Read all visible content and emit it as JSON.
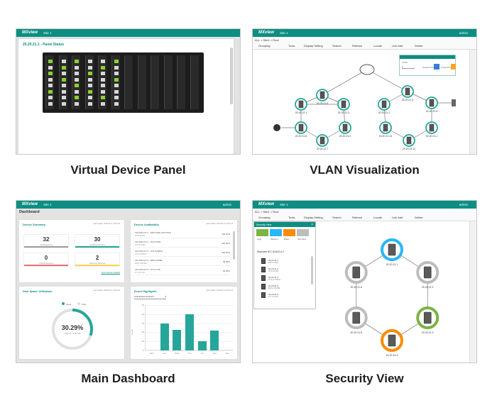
{
  "app": {
    "logo": "MXview",
    "site": "Site 1",
    "user": "admin"
  },
  "captions": {
    "virtual_panel": "Virtual Device Panel",
    "vlan": "VLAN Visualization",
    "dashboard": "Main Dashboard",
    "security": "Security View"
  },
  "virtual_panel": {
    "title": "20.20.21.1 - Panel Status"
  },
  "vlan": {
    "breadcrumb": "ALL  >  Site1  >  Root",
    "tools": [
      "Grouping",
      "Tools",
      "Display Setting",
      "Search",
      "Refresh",
      "Locate",
      "Link Add",
      "Delete"
    ],
    "popup_label": "VLAN",
    "popup_value": "1",
    "popup_options": [
      "Access Port",
      "Trunk Port"
    ],
    "popup_colors": [
      "#3a7bd5",
      "#f5a623"
    ],
    "nodes": [
      "20.20.21.1",
      "20.20.21.6",
      "20.20.21.3",
      "20.20.21.2",
      "20.20.21.4",
      "20.20.21.5",
      "20.20.21.8",
      "20.20.21.7",
      "20.20.21.9",
      "20.20.21.10",
      "20.20.21.11"
    ]
  },
  "dashboard": {
    "title": "Dashboard",
    "device_summary": {
      "title": "Device Summary",
      "updated": "Last Update: 2019-06-27 13:02:11",
      "stats": [
        {
          "value": "32",
          "label": "Total Devices",
          "color": "#9e9e9e"
        },
        {
          "value": "30",
          "label": "Healthy Devices",
          "color": "#26a69a"
        },
        {
          "value": "0",
          "label": "Critical Devices",
          "color": "#e57373"
        },
        {
          "value": "2",
          "label": "Warning Devices",
          "color": "#ffd54f"
        }
      ],
      "link": "View Device Details"
    },
    "availability": {
      "title": "Device Availability",
      "updated": "Last Update: 2019-06-27 13:02:11",
      "rows": [
        {
          "name": "192.168.127.1 - EDS-510E-3GTXSFP",
          "model": "EDS-510E",
          "value": "100.00%"
        },
        {
          "name": "192.168.127.2 - IKS-6728A",
          "model": "IKS-6728A",
          "value": "100.00%"
        },
        {
          "name": "192.168.127.3 - ICS-G7826A",
          "model": "ICS-G7826A",
          "value": "100.00%"
        },
        {
          "name": "192.168.127.4 - EDS-G508E",
          "model": "EDS-G508E",
          "value": "99.98%"
        },
        {
          "name": "192.168.127.5 - PT-G7728",
          "model": "PT-G7728",
          "value": "99.95%"
        }
      ]
    },
    "disk": {
      "title": "Disk Space Utilization",
      "updated": "Last Update: 2019-06-27 13:02:11",
      "legend": [
        "Used",
        "Free"
      ],
      "used_pct": 30.29,
      "percent_label": "30.29%",
      "detail": "Used 1 / 3.30 GB"
    },
    "events": {
      "title": "Event Highlights",
      "updated": "Last Update: 2019-06-27 13:02:11",
      "filter": "Critical Events Event",
      "chart_data": {
        "type": "bar",
        "categories": [
          "Mon",
          "Tue",
          "Wed",
          "Thu",
          "Fri",
          "Sat",
          "Sun"
        ],
        "values": [
          0,
          30,
          23,
          40,
          10,
          22,
          0
        ],
        "ylim": [
          0,
          50
        ],
        "yticks": [
          0,
          10,
          20,
          30,
          40,
          50
        ],
        "ylabel": "Count",
        "xlabel": "",
        "title": "Event Highlights"
      }
    }
  },
  "security": {
    "breadcrumb": "ALL  >  Site1  >  Root",
    "tools": [
      "Grouping",
      "Tools",
      "Display Setting",
      "Search",
      "Refresh",
      "Locate",
      "Link Add",
      "Delete"
    ],
    "popup_title": "Security View",
    "levels": [
      {
        "label": "High",
        "color": "#7cb342"
      },
      {
        "label": "Medium",
        "color": "#29b6f6"
      },
      {
        "label": "Basic",
        "color": "#fb8c00"
      },
      {
        "label": "Not Pass",
        "color": "#bdbdbd"
      }
    ],
    "profile": "Standard  IEC 62443-4-2",
    "devices": [
      {
        "ip": "20.20.21.1",
        "model": "EDS-510E"
      },
      {
        "ip": "20.20.21.2",
        "model": "IKS-6728A"
      },
      {
        "ip": "20.20.21.3",
        "model": "ICS-G7826A"
      },
      {
        "ip": "20.20.21.4",
        "model": "EDS-G508E"
      },
      {
        "ip": "20.20.21.5",
        "model": "PT-G7728"
      }
    ],
    "nodes": [
      "20.20.21.1",
      "20.20.21.2",
      "20.20.21.3",
      "20.20.21.4",
      "20.20.21.5",
      "20.20.21.6"
    ]
  },
  "colors": {
    "brand": "#0c8e82",
    "accent": "#26a69a"
  }
}
